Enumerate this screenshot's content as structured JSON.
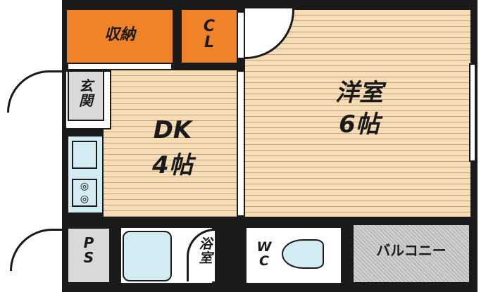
{
  "rooms": {
    "storage": "収納",
    "closet": "C\nL",
    "western_room": {
      "name": "洋室",
      "size": "6帖"
    },
    "dining_kitchen": {
      "name": "DK",
      "size": "4帖"
    },
    "entrance": "玄\n関",
    "pipe_space": "P\nS",
    "bathroom": "浴\n室",
    "toilet": "W\nC",
    "balcony": "バルコニー"
  },
  "colors": {
    "storage": "#f0822a",
    "floor": "#f7dcb4",
    "wet": "#d3ebf2",
    "wall": "#1a1a1a"
  }
}
